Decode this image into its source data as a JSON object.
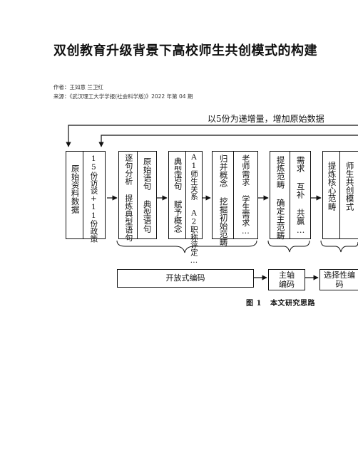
{
  "article": {
    "title": "双创教育升级背景下高校师生共创模式的构建",
    "author_line": "作者：王如意 兰卫红",
    "source_line": "来源：《武汉理工大学学报(社会科学版)》2022 年第 04 期"
  },
  "figure": {
    "top_label": "以5份为递增量，增加原始数据",
    "columns": [
      "原始资料数据",
      "15份访谈+11份政策",
      "逐句分析 提炼典型语句",
      "原始语句 典型语句",
      "典型语句 赋予概念",
      "A1师生关系 A2职称评定…",
      "归并概念 挖掘初始范畴",
      "老师需求 学生需求…",
      "提炼范畴 确定主范畴",
      "需求 互补 共赢…",
      "提炼核心范畴",
      "师生共创模式"
    ],
    "stage_open": "开放式编码",
    "stage_axial": "主轴编码",
    "stage_selective": "选择性编码",
    "caption_number": "图 1",
    "caption_text": "本文研究思路"
  }
}
